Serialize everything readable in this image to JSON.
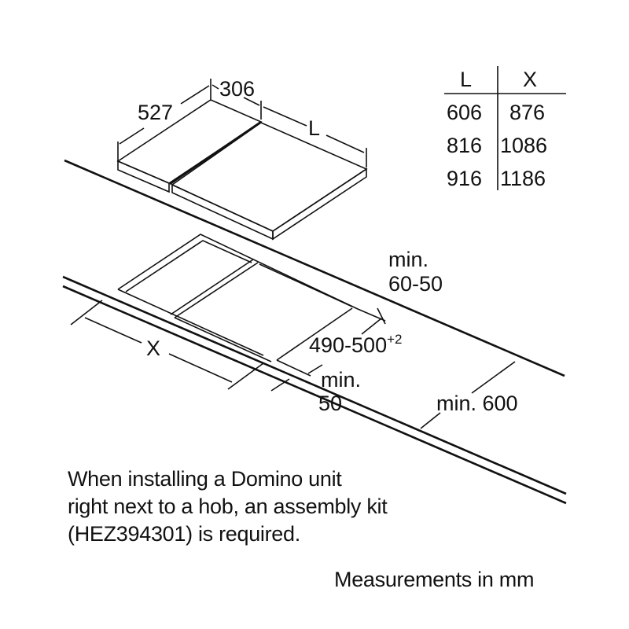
{
  "hob_dimensions": {
    "depth": "527",
    "domino_width": "306",
    "hob_width": "L"
  },
  "size_table": {
    "headers": [
      "L",
      "X"
    ],
    "rows": [
      [
        "606",
        "876"
      ],
      [
        "816",
        "1086"
      ],
      [
        "916",
        "1186"
      ]
    ]
  },
  "cutout_dimensions": {
    "width": "X",
    "depth": "490-500",
    "depth_tolerance": "+2",
    "rear_clearance_label": "min.",
    "rear_clearance_value": "60-50",
    "front_clearance_label": "min.",
    "front_clearance_value": "50",
    "worktop_depth": "min. 600"
  },
  "note_lines": [
    "When installing a Domino unit",
    "right next to a hob, an assembly kit",
    "(HEZ394301) is required."
  ],
  "units_note": "Measurements in mm"
}
